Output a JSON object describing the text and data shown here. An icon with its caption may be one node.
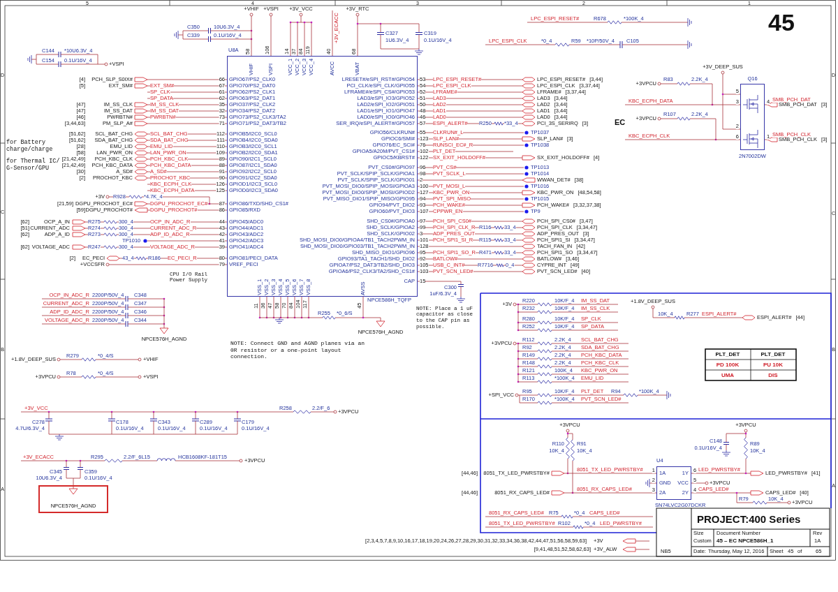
{
  "diagram": {
    "nodes": [
      {
        "text": [
          "U8A"
        ],
        "beside": [
          "NPCE586H_TQFP"
        ]
      },
      {
        "text": [
          "Q16"
        ],
        "beside": [
          "2N7002DW"
        ]
      },
      {
        "text": [
          "U4",
          "1A",
          "GND",
          "2A",
          "1Y",
          "VCC",
          "2Y"
        ],
        "beside": [
          "SN74LVC2G07DCKR"
        ]
      },
      {
        "text": [
          "NPCE576H_AGND"
        ]
      }
    ],
    "labels": [
      "C350",
      "C339",
      "10U6.3V_4",
      "0.1U/16V_4",
      "C144",
      "C154",
      "*10U6.3V_4",
      "0.1U/16V_4",
      "+VSPI",
      "+VHIF",
      "+VSPI",
      "+3V_VCC",
      "+3V_RTC",
      "+3V_ECACC",
      "C327",
      "C319",
      "1U6.3V_4",
      "0.1U/16V_4",
      "58",
      "106",
      "14",
      "37",
      "84",
      "119",
      "40",
      "68",
      "VHIF",
      "VSPI",
      "VCC_1",
      "VCC_2",
      "VCC_3",
      "VCC_4",
      "AVCC",
      "VBAT",
      "[4]",
      "[5]",
      "[47]",
      "[47]",
      "[46]",
      "[3,44,63]",
      "PCH_SLP_S0IX#",
      "EXT_SM#",
      "IM_SS_CLK",
      "IM_SS_DAT",
      "PWRBTN#",
      "PM_SLP_A#",
      "EXT_SM#",
      "SP_CLK",
      "SP_DATA",
      "IM_SS_CLK",
      "IM_SS_DAT",
      "PWRBTN#",
      "66",
      "67",
      "61",
      "62",
      "35",
      "32",
      "73",
      "71",
      "GPIO67/PS2_CLK0",
      "GPIO70/PS2_DAT0",
      "GPIO62/PS2_CLK1",
      "GPIO63/PS2_DAT1",
      "GPIO37/PS2_CLK2",
      "GPIO34/PS2_DAT2",
      "GPIO73/PS2_CLK3/TA2",
      "GPIO71/PS2_DAT3/TB2",
      "for Battery charge/charge",
      "for Thermal IC/ G-Sensor/GPU",
      "[51,62]",
      "[51,62]",
      "[28]",
      "[58]",
      "[21,42,49]",
      "[21,42,49]",
      "[30]",
      "[2]",
      "SCL_BAT_CHG",
      "SDA_BAT_CHG",
      "EMU_LID",
      "LAN_PWR_ON",
      "PCH_KBC_CLK",
      "PCH_KBC_DATA",
      "A_SD#",
      "PROCHOT_KBC",
      "SCL_BAT_CHG",
      "SDA_BAT_CHG",
      "EMU_LID",
      "LAN_PWR_ON",
      "PCH_KBC_CLK",
      "PCH_KBC_DATA",
      "A_SD#",
      "PROCHOT_KBC",
      "KBC_ECPH_CLK",
      "KBC_ECPH_DATA",
      "112",
      "111",
      "110",
      "109",
      "89",
      "88",
      "91",
      "90",
      "126",
      "125",
      "GPIOB5/I2C0_SCL0",
      "GPIOB4/I2C0_SDA0",
      "GPIOB3/I2C0_SCL1",
      "GPIOB2/I2C0_SDA1",
      "GPIO90/I2C1_SCL0",
      "GPIO87/I2C1_SDA0",
      "GPIO92/I2C2_SCL0",
      "GPIO91/I2C2_SDA0",
      "GPIOD1/I2C3_SCL0",
      "GPIOD0/I2C3_SDA0",
      "+3V",
      "R928",
      "*4.7K_4",
      "[21,59]",
      "DGPU_PROCHOT_EC#",
      "[59]",
      "DGPU_PROCHOT#",
      "DGPU_PROCHOT_EC#",
      "DGPU_PROCHOT#",
      "87",
      "86",
      "GPIO86/TXD/SHD_CS1#",
      "GPIO85/RXD",
      "[62]",
      "[51]",
      "[62]",
      "[62]",
      "OCP_A_IN",
      "CURRENT_ADC",
      "ADP_A_ID",
      "VOLTAGE_ADC",
      "R275",
      "R274",
      "R273",
      "R247",
      "300_4",
      "300_4",
      "300_4",
      "300_4",
      "TP1010",
      "OCP_IN_ADC_R",
      "CURRENT_ADC_R",
      "ADP_ID_ADC_R",
      "VOLTAGE_ADC_R",
      "44",
      "43",
      "42",
      "41",
      "39",
      "GPIO45/ADC0",
      "GPIO44/ADC1",
      "GPIO43/ADC2",
      "GPIO42/ADC3",
      "GPIO41/ADC4",
      "[2]",
      "EC_PECI",
      "+VCCSFR",
      "43_4",
      "R186",
      "EC_PECI_R",
      "80",
      "79",
      "GPIO81/PECI_DATA",
      "VREF_PECI",
      "CPU I/O Rail Power Supply",
      "LRESET#/eSPI_RST#/GPIO54",
      "PCI_CLK/eSPI_CLK/GPIO55",
      "LFRAME#/eSPI_CS#/GPIO53",
      "LAD3/eSPI_IO3/GPIO52",
      "LAD2/eSPI_IO2/GPIO51",
      "LAD1/eSPI_IO1/GPIO47",
      "LAD0/eSPI_IO0/GPIO46",
      "SER_IRQ/eSPI_ALERT#/GPIO57",
      "GPIO56/CLKRUN#",
      "GPIOC6/SMI#",
      "GPIO76/EC_SCI#",
      "GPIOA5/A20M/PVT_CS1#",
      "GPIOC5/KBRST#",
      "PVT_CS0#/GPIO97",
      "PVT_SCLK/SPIP_SCLK/GPIOA1",
      "PVT_SCLK/SPIP_SCLK/GPIO01",
      "PVT_MOSI_DIO0/SPIP_MOSI/GPIOA3",
      "PVT_MOSI_DIO0/SPIP_MOSI/GPIOD2",
      "PVT_MISO_DIO1/SPIP_MISO/GPIO95",
      "GPIO94/PVT_DIO2",
      "GPIO60/PVT_DIO3",
      "SHD_CS0#/GPIOA0",
      "SHD_SCLK/GPIOA2",
      "SHD_SCLK/GPIO02",
      "SHD_MOSI_DIO0/GPIOA4/TB1_TACH2PWM_IN",
      "SHD_MOSI_DIO0/GPIO03/TB1_TACH2PWM_IN",
      "SHD_MISO_DIO1/GPIO96",
      "GPIO93/TA1_TACH1/SHD_DIO2",
      "GPIOA7/PS2_DAT3/TB2/SHD_DIO3",
      "GPIOA6/PS2_CLK3/TA2/SHD_CS1#",
      "CAP",
      "53",
      "54",
      "52",
      "51",
      "50",
      "48",
      "46",
      "57",
      "55",
      "123",
      "76",
      "102",
      "122",
      "96",
      "98",
      "2",
      "100",
      "127",
      "94",
      "93",
      "107",
      "97",
      "99",
      "3",
      "101",
      "128",
      "95",
      "92",
      "105",
      "103",
      "15",
      "LPC_ESPI_RESET#",
      "LPC_ESPI_CLK",
      "LFRAME#",
      "LAD3",
      "LAD2",
      "LAD1",
      "LAD0",
      "ESPI_ALERT#",
      "CLKRUN#_L",
      "SLP_LAN#",
      "RUNSCI_EC#_R",
      "PLT_DET",
      "SX_EXIT_HOLDOFF#",
      "PVT_CS#",
      "PVT_SCLK_L",
      "PVT_MOSI_L",
      "KBC_PWR_ON",
      "PVT_SPI_MISO",
      "PCH_WAKE#",
      "CPPWR_EN",
      "PCH_SPI_CS0#",
      "PCH_SPI_CLK_R",
      "ADP_PRES_OUT",
      "PCH_SPI1_SI_R",
      "PCH_SPI1_SO_R",
      "BATLOW#",
      "USB_C_INT#",
      "PVT_SCN_LED#",
      "R250",
      "*33_4",
      "R116",
      "33_4",
      "R115",
      "33_4",
      "R471",
      "33_4",
      "R7716",
      "0_4",
      "TP1037",
      "TP1038",
      "TP1013",
      "TP1014",
      "TP1016",
      "TP1015",
      "TP9",
      "LPC_ESPI_RESET#",
      "[3,44]",
      "LPC_ESPI_CLK",
      "[3,37,44]",
      "LFRAME#",
      "[3,37,44]",
      "LAD3",
      "[3,44]",
      "LAD2",
      "[3,44]",
      "LAD1",
      "[3,44]",
      "LAD0",
      "[3,44]",
      "PCI_3S_SERIRQ",
      "[3]",
      "SLP_LAN#",
      "[3]",
      "SX_EXIT_HOLDOFF#",
      "[4]",
      "WWAN_DET#",
      "[38]",
      "KBC_PWR_ON",
      "[48,54,58]",
      "PCH_WAKE#",
      "[3,32,37,38]",
      "PCH_SPI_CS0#",
      "[3,47]",
      "PCH_SPI_CLK",
      "[3,34,47]",
      "ADP_PRES_OUT",
      "[3]",
      "PCH_SPI1_SI",
      "[3,34,47]",
      "TACH_FAN_IN",
      "[42]",
      "PCH_SPI1_SO",
      "[3,34,47]",
      "BATLOW#",
      "[3,46]",
      "CYPRE_INT",
      "[49]",
      "PVT_SCN_LED#",
      "[40]",
      "LPC_ESPI_RESET#",
      "R678",
      "*100K_4",
      "LPC_ESPI_CLK",
      "*0_4",
      "R59",
      "*10P/50V_4",
      "C105",
      "45",
      "+3V_DEEP_SUS",
      "+3VPCU",
      "R83",
      "2.2K_4",
      "KBC_ECPH_DATA",
      "EC",
      "+3VPCU",
      "R107",
      "2.2K_4",
      "KBC_ECPH_CLK",
      "5",
      "3",
      "2",
      "6",
      "4",
      "1",
      "SMB_PCH_DAT",
      "SMB_PCH_CLK",
      "SMB_PCH_DAT",
      "[3]",
      "SMB_PCH_CLK",
      "[3]",
      "OCP_IN_ADC_R",
      "CURRENT_ADC_R",
      "ADP_ID_ADC_R",
      "VOLTAGE_ADC_R",
      "2200P/50V_4",
      "2200P/50V_4",
      "2200P/50V_4",
      "2200P/50V_4",
      "C348",
      "C347",
      "C346",
      "C344",
      "NPCE576H_AGND",
      "VSS_1",
      "VSS_2",
      "VSS_3",
      "VSS_4",
      "VSS_5",
      "VSS_6",
      "VSS_7",
      "VSS_8",
      "AVSS",
      "11",
      "36",
      "47",
      "58",
      "70",
      "84",
      "104",
      "117",
      "45",
      "R255",
      "*0_6/S",
      "NPCE576H_AGND",
      "NOTE: Connect GND and AGND planes via an 0R resistor or a one-point layout connection.",
      "NOTE: Place a 1 uF capacitor as close to the CAP pin as possible.",
      "C300",
      "1uF/6.3V_4",
      "+1.8V_DEEP_SUS",
      "R279",
      "*0_4/S",
      "+VHIF",
      "+3VPCU",
      "R78",
      "*0_4/S",
      "+VSPI",
      "+3V_VCC",
      "C278",
      "4.7U/6.3V_4",
      "R258",
      "2.2/F_6",
      "+3VPCU",
      "C178",
      "0.1U/16V_4",
      "C343",
      "0.1U/16V_4",
      "C289",
      "0.1U/16V_4",
      "C179",
      "0.1U/16V_4",
      "+3V_ECACC",
      "R295",
      "2.2/F_6L15",
      "HCB1608KF-181T15",
      "+3VPCU",
      "C345",
      "10U6.3V_4",
      "C359",
      "0.1U/16V_4",
      "+3V",
      "R220",
      "R232",
      "R280",
      "R252",
      "10K/F_4",
      "10K/F_4",
      "10K/F_4",
      "10K/F_4",
      "IM_SS_DAT",
      "IM_SS_CLK",
      "SP_CLK",
      "SP_DATA",
      "+1.8V_DEEP_SUS",
      "10K_4",
      "R277",
      "ESPI_ALERT#",
      "ESPI_ALERT#",
      "[44]",
      "+3VPCU",
      "R112",
      "R92",
      "R149",
      "R148",
      "R121",
      "R113",
      "2.2K_4",
      "2.2K_4",
      "2.2K_4",
      "2.2K_4",
      "100K_4",
      "*100K_4",
      "SCL_BAT_CHG",
      "SDA_BAT_CHG",
      "PCH_KBC_DATA",
      "PCH_KBC_CLK",
      "KBC_PWR_ON",
      "EMU_LID",
      "+SPI_VCC",
      "R95",
      "R170",
      "10K/F_4",
      "*100K_4",
      "PLT_DET",
      "PVT_SCN_LED#",
      "R94",
      "*100K_4",
      "PLT_DET",
      "PLT_DET",
      "PD 100K",
      "PU 10K",
      "UMA",
      "DIS",
      "+3VPCU",
      "R110",
      "10K_4",
      "R91",
      "10K_4",
      "[44,46]",
      "8051_TX_LED_PWRSTBY#",
      "[44,46]",
      "8051_RX_CAPS_LED#",
      "8051_TX_LED_PWRSTBY#",
      "8051_RX_CAPS_LED#",
      "1",
      "2",
      "3",
      "6",
      "5",
      "4",
      "LED_PWRSTBY#",
      "+3VPCU",
      "CAPS_LED#",
      "+3VPCU",
      "C148",
      "0.1U/16V_4",
      "R89",
      "10K_4",
      "+3VPCU",
      "R79",
      "10K_4",
      "LED_PWRSTBY#",
      "[41]",
      "CAPS_LED#",
      "[40]",
      "8051_RX_CAPS_LED#",
      "R75",
      "*0_4",
      "CAPS_LED#",
      "8051_TX_LED_PWRSTBY#",
      "R102",
      "*0_4",
      "LED_PWRSTBY#",
      "[2,3,4,5,7,8,9,10,16,17,18,19,20,24,26,27,28,29,30,31,32,33,34,36,38,42,44,47,51,56,58,59,63]",
      "[9,41,48,51,52,58,62,63]",
      "+3V",
      "+3V_ALW",
      "PROJECT:400 Series",
      "NB5",
      "Size",
      "Custom",
      "Document Number",
      "45 – EC NPCE586H_1",
      "Rev",
      "1A",
      "Date:",
      "Thursday, May 12, 2016",
      "Sheet",
      "45",
      "of",
      "65",
      "5",
      "4",
      "3",
      "2",
      "1",
      "D",
      "C",
      "B",
      "A",
      "D",
      "C",
      "B",
      "A"
    ]
  }
}
